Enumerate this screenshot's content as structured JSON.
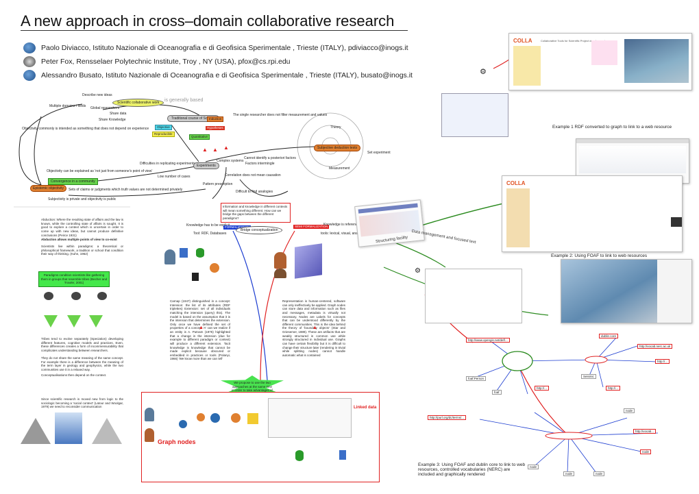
{
  "title": "A new approach in cross–domain collaborative research",
  "authors": [
    {
      "text": "Paolo Diviacco, Istituto Nazionale di Oceanografia e di Geofisica Sperimentale , Trieste (ITALY), pdiviacco@inogs.it"
    },
    {
      "text": "Peter Fox, Rensselaer Polytechnic Institute, Troy , NY  (USA), pfox@cs.rpi.edu"
    },
    {
      "text": "Alessandro Busato, Istituto Nazionale di Oceanografia e di Geofisica Sperimentale , Trieste (ITALY), busato@inogs.it"
    }
  ],
  "diagram": {
    "nodes": {
      "scientific_collaborative_work": "Scientific collaborative work",
      "is_generally_based": "is generally based",
      "traditional_course": "Traditional course of Science",
      "induction": "Induction",
      "objective": "Objective",
      "reproducible": "Reproducible",
      "quantitative": "Quantitative",
      "experiments": "Experiments",
      "subjective_deduction": "Subjective deduction tests",
      "convergence": "Convergence in a community",
      "epistemic_objectivity": "Epistemic objectivity",
      "theory": "Theory",
      "measurement": "Measurement",
      "set_experiment": "Set experiment"
    },
    "labels": [
      "Describe new ideas",
      "Multiple domains / fields",
      "Global researchers",
      "Share data",
      "Share Knowledge",
      "The single researcher does not filter measurement and values",
      "Objectivity commonly is intended as something that does not depend on experience",
      "Difficulties in replicating experiments",
      "Complex systems",
      "Cannot identify a posteriori factors",
      "Factors intermingle",
      "Objectivity can be explained as 'not just from someone's point of view'",
      "Low number of cases",
      "Correlation does not mean causation",
      "Pattern prescription",
      "Sets of claims or judgments which truth values are not determined privately",
      "Difficult to find analogies",
      "Subjectivity is private and objectivity is public",
      "Hypotheses"
    ]
  },
  "left_text": {
    "para1": "Abduction: Where the resulting state of affairs and the law is known, while the controlling state of affairs is sought. It is good to explore a context which is uncertain in order to come up with new ideas, but cannot produce definitive conclusions (Peirce 1931)",
    "para2": "Abduction allows multiple points of view to co-exist",
    "para3": "Scientists live within paradigms: a theoretical or philosophical framework, a tradition or school that condition their way of thinking. (Kuhn, 1962)",
    "paradigm_box": "Paradigms condition scientists like gathering them in groups that resemble tribes (Becher and Trowler, 2001)",
    "para4": "Tribes tend to evolve separately (Speciation) developing different features, cognitive models and practices. Even, these differences creates a form of incommensurability that complicates understanding between researchers.",
    "para5": "They do not share the same meaning of the same concept. For example there is a difference between the meaning of the term layer in geology and geophysics, while the two communities use it in a relaxed way.",
    "para6": "Conceptualisations then depend on the context.",
    "para7": "Since scientific research is moved new from logic to the sociologic becoming a 'social context' (Latour and Woolgar, 1979) we need to reconsider communication"
  },
  "center": {
    "question_box": "Information and knowledge in different contexts will mean something different. How can we bridge the gaps between the different paradigms?",
    "knowledge_explicit": "Knowledge has to be explicit",
    "formalization": "FORMALIZATION",
    "bridge": "Bridge conceptualization",
    "semi_formalization": "SEMI FORMALIZATION",
    "referenced": "Knowledge is referenced trough label",
    "tools_left": "Tool: RDF, Databases",
    "tools_right": "tools: lexical, visual, analysis",
    "col1": "Carnap (1947) distinguished in a concept: Intension: the list of its attributes (RDF triplettes) Extension: set of all individuals matching the intension (query) this). The model is based on the assumption that it is the intension that determines the extension. Only once we have defined the set of properties of a concept 'A' can we realize if an entity is A. Putnam (1975) highlighted that a change in the intension (due for example to different paradigm or context) will produce a different extension. Tacit knowledge is knowledge that cannot be made explicit because obscured or embedded in practices or tools (Polanyi, 1966) 'We know more than we can tell'",
    "col2": "Representation is human-centered, software can only ineffectively be applied. Graph nodes can store data and information such as files and messages, metadata is virtually not necessary. Nodes are Labels for concepts that can be understood differently by the different communities. This is the idea behind the theory of 'boundary objects' (Star and Griesemer, 1989). These are artifacts that are weakly structured in common use while strongly structured in individual use. Graphs can have certain flexibility but it is difficult to change their structure later (rendering in trivial while splitting nodes) cannot handle automatic what is contained",
    "proposal_star": "We propose to use the two approaches at the same time in order to take advantages of their positive aspects",
    "graph_nodes": "Graph nodes",
    "linked_data": "Linked data",
    "structuring_facility": "Structuring facility",
    "data_management": "Data management and focused text"
  },
  "right": {
    "colla_title": "COLLA",
    "colla_subtitle": "Collaborative Tools for Scientific Project development",
    "example1": "Example 1 RDF converted to graph to link to a web resource",
    "example2": "Example 2: Using FOAF to link to web resources",
    "example3": "Example 3: Using FOAF and dublin core to link to web resources, controlled vocabularies (NERC) are included and graphically rendered"
  },
  "colors": {
    "green": "#2a8a1e",
    "red": "#e02020",
    "blue": "#1a3bd0",
    "node_green": "#6bd24a",
    "node_yellow": "#ecf26a",
    "node_orange": "#e08030"
  }
}
